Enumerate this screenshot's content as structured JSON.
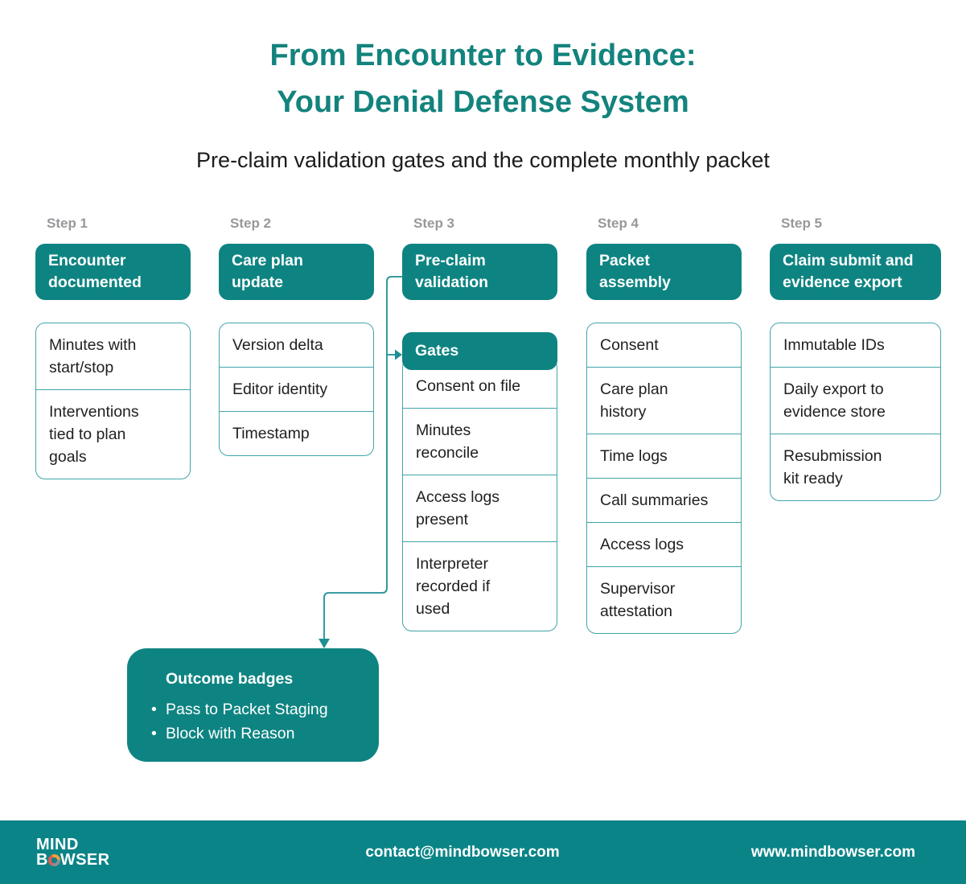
{
  "title": {
    "line1": "From Encounter to Evidence:",
    "line2": "Your Denial Defense System"
  },
  "subtitle": "Pre-claim validation gates and the complete monthly packet",
  "colors": {
    "accent_teal": "#0E8482",
    "title_teal": "#13837D",
    "card_border": "#41A5AA",
    "step_label_gray": "#98989C",
    "footer_teal": "#0A8487",
    "text_dark": "#1E1F21",
    "logo_swirl_orange": "#F2A03D",
    "logo_swirl_red": "#E85A4F",
    "logo_swirl_gray": "#8F8F93"
  },
  "steps": [
    {
      "label": "Step 1",
      "header": "Encounter\ndocumented",
      "items": [
        "Minutes with\nstart/stop",
        "Interventions\ntied to plan\ngoals"
      ]
    },
    {
      "label": "Step 2",
      "header": "Care plan\nupdate",
      "items": [
        "Version delta",
        "Editor identity",
        "Timestamp"
      ]
    },
    {
      "label": "Step 3",
      "header": "Pre-claim\nvalidation",
      "gates_header": "Gates",
      "items": [
        "Consent on file",
        "Minutes\nreconcile",
        "Access logs\npresent",
        "Interpreter\nrecorded if\nused"
      ]
    },
    {
      "label": "Step 4",
      "header": "Packet\nassembly",
      "items": [
        "Consent",
        "Care plan\nhistory",
        "Time logs",
        "Call summaries",
        "Access logs",
        "Supervisor\nattestation"
      ]
    },
    {
      "label": "Step 5",
      "header": "Claim submit and\nevidence export",
      "items": [
        "Immutable IDs",
        "Daily export to\nevidence store",
        "Resubmission\nkit ready"
      ]
    }
  ],
  "outcome": {
    "title": "Outcome badges",
    "bullets": [
      "Pass to Packet Staging",
      "Block with Reason"
    ]
  },
  "footer": {
    "logo_line1": "MIND",
    "logo_line2_start": "B",
    "logo_line2_end": "WSER",
    "email": "contact@mindbowser.com",
    "website": "www.mindbowser.com"
  }
}
